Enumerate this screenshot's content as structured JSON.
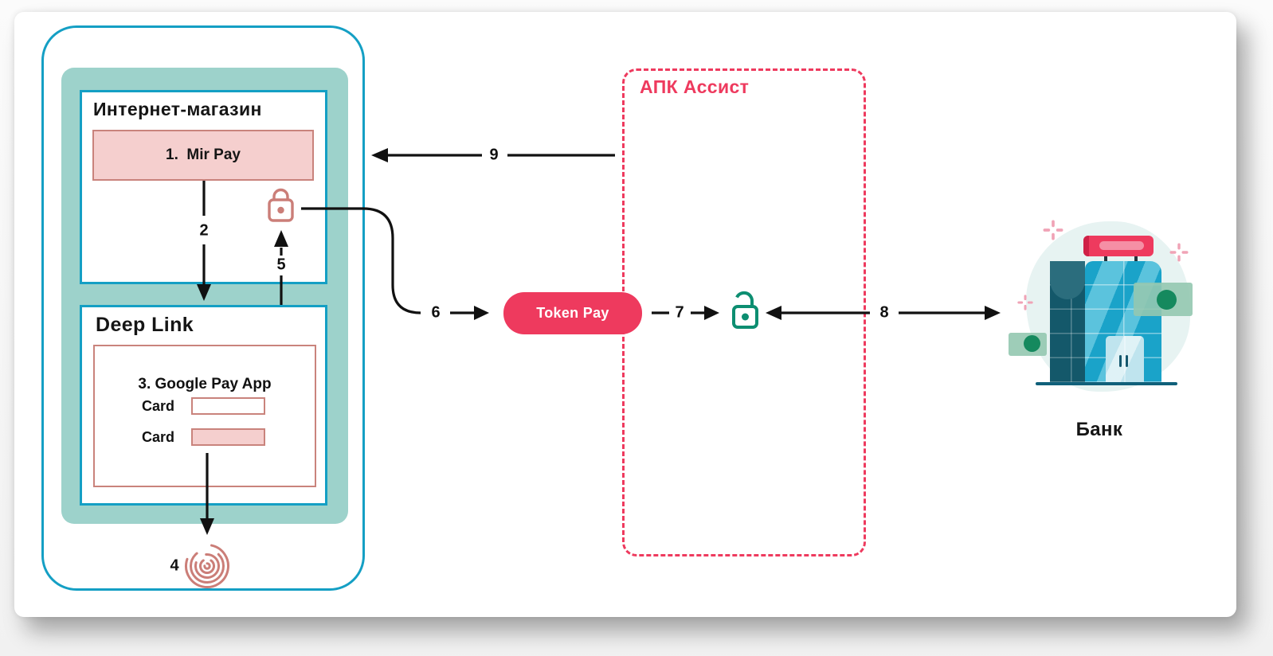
{
  "colors": {
    "teal_border": "#149fc4",
    "teal_fill": "#9dd2cb",
    "pink_fill": "#f5cfce",
    "pink_border": "#c9837c",
    "salmon_icon": "#cb7e78",
    "crimson": "#ee3a5e",
    "green_lock": "#0d8e71",
    "arrow_black": "#111111"
  },
  "phone": {
    "shop": {
      "title": "Интернет-магазин",
      "button": "1.  Mir Pay"
    },
    "deeplink": {
      "title": "Deep Link",
      "app_title": "3. Google Pay App",
      "card_rows": [
        {
          "label": "Card"
        },
        {
          "label": "Card"
        }
      ]
    }
  },
  "assist": {
    "title": "АПК Ассист"
  },
  "token": {
    "label": "Token Pay"
  },
  "bank": {
    "label": "Банк"
  },
  "steps": {
    "s2": "2",
    "s4": "4",
    "s5": "5",
    "s6": "6",
    "s7": "7",
    "s8": "8",
    "s9": "9"
  },
  "icons": {
    "closed_lock": "lock-closed-icon",
    "open_lock": "lock-open-icon",
    "fingerprint": "fingerprint-icon",
    "sparkle": "plus-sparkle-icon"
  }
}
